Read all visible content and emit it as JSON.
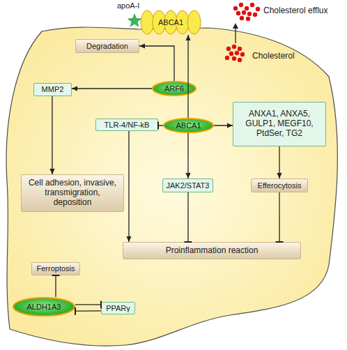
{
  "diagram": {
    "nodes": [
      {
        "text": [
          "ABCA1"
        ]
      },
      {
        "text": [
          "Degradation"
        ]
      },
      {
        "text": [
          "MMP2"
        ]
      },
      {
        "text": [
          "ARF6"
        ]
      },
      {
        "text": [
          "TLR-4/NF-kB"
        ]
      },
      {
        "text": [
          "ABCA1"
        ]
      },
      {
        "text": [
          "ANXA1, ANXA5, GULP1, MEGF10, PtdSer, TG2"
        ]
      },
      {
        "text": [
          "Cell adhesion, invasive, transmigration, deposition"
        ]
      },
      {
        "text": [
          "JAK2/STAT3"
        ]
      },
      {
        "text": [
          "Efferocytosis"
        ]
      },
      {
        "text": [
          "Proinflammation reaction"
        ]
      },
      {
        "text": [
          "Ferroptosis"
        ]
      },
      {
        "text": [
          "ALDH1A3"
        ]
      },
      {
        "text": [
          "PPARγ"
        ]
      }
    ],
    "edges": [
      {
        "from": 5,
        "to": 0,
        "arrow": "to"
      },
      {
        "from": 3,
        "to": 1,
        "arrow": "to"
      },
      {
        "from": 3,
        "to": 2,
        "arrow": "to"
      },
      {
        "from": 2,
        "to": 7,
        "arrow": "to"
      },
      {
        "from": 5,
        "to": 4,
        "arrow": "to"
      },
      {
        "from": 5,
        "to": 6,
        "arrow": "to"
      },
      {
        "from": 5,
        "to": 8,
        "arrow": "to"
      },
      {
        "from": 4,
        "to": 10,
        "arrow": "to"
      },
      {
        "from": 8,
        "to": 10,
        "arrow": "to"
      },
      {
        "from": 6,
        "to": 9,
        "arrow": "to"
      },
      {
        "from": 9,
        "to": 10,
        "arrow": "to"
      },
      {
        "from": 12,
        "to": 11,
        "arrow": "to"
      },
      {
        "from": 12,
        "to": 13,
        "arrow": "to"
      },
      {
        "from": 13,
        "to": 12,
        "arrow": "to"
      }
    ],
    "labels": [
      "apoA-I",
      "Cholesterol efflux",
      "Cholesterol"
    ]
  }
}
